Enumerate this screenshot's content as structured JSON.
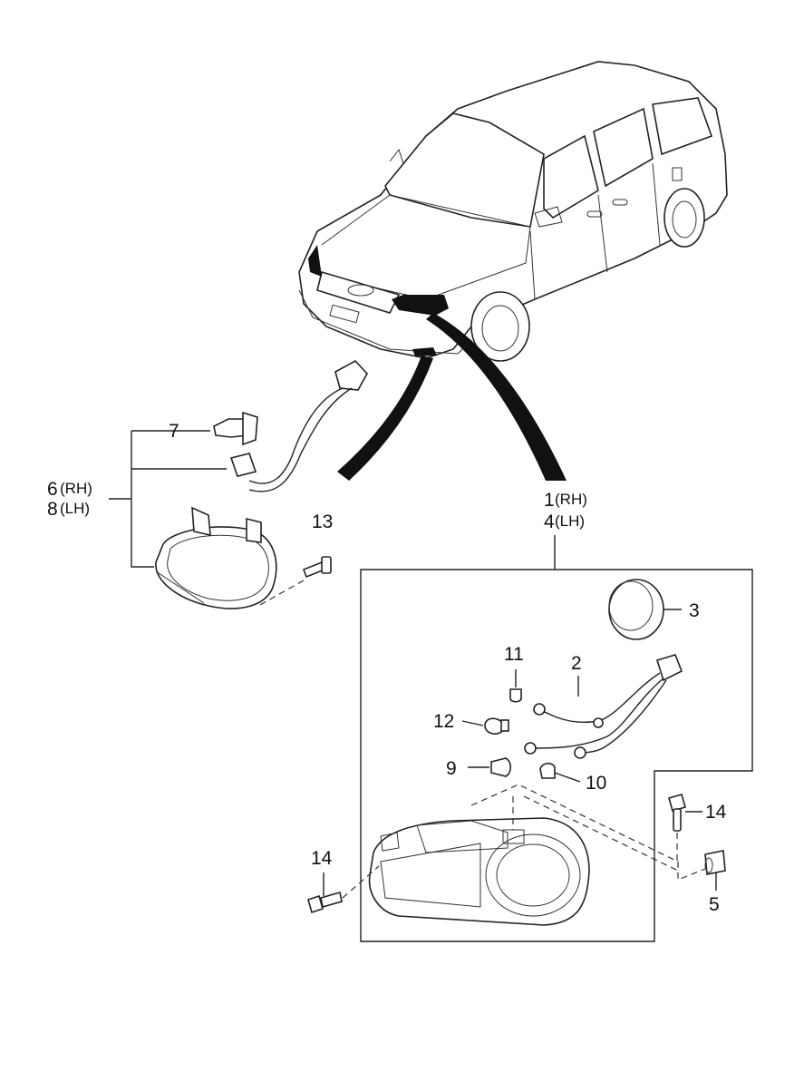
{
  "diagram": {
    "labels": {
      "p1": "1",
      "p1_side": "(RH)",
      "p4": "4",
      "p4_side": "(LH)",
      "p2": "2",
      "p3": "3",
      "p5": "5",
      "p6": "6",
      "p6_side": "(RH)",
      "p8": "8",
      "p8_side": "(LH)",
      "p7": "7",
      "p9": "9",
      "p10": "10",
      "p11": "11",
      "p12": "12",
      "p13": "13",
      "p14_right": "14",
      "p14_left": "14"
    },
    "icons": [
      "minivan-illustration",
      "headlamp-assembly",
      "fog-lamp",
      "bulb",
      "wiring-harness",
      "bolt",
      "grommet",
      "dust-cap"
    ]
  }
}
